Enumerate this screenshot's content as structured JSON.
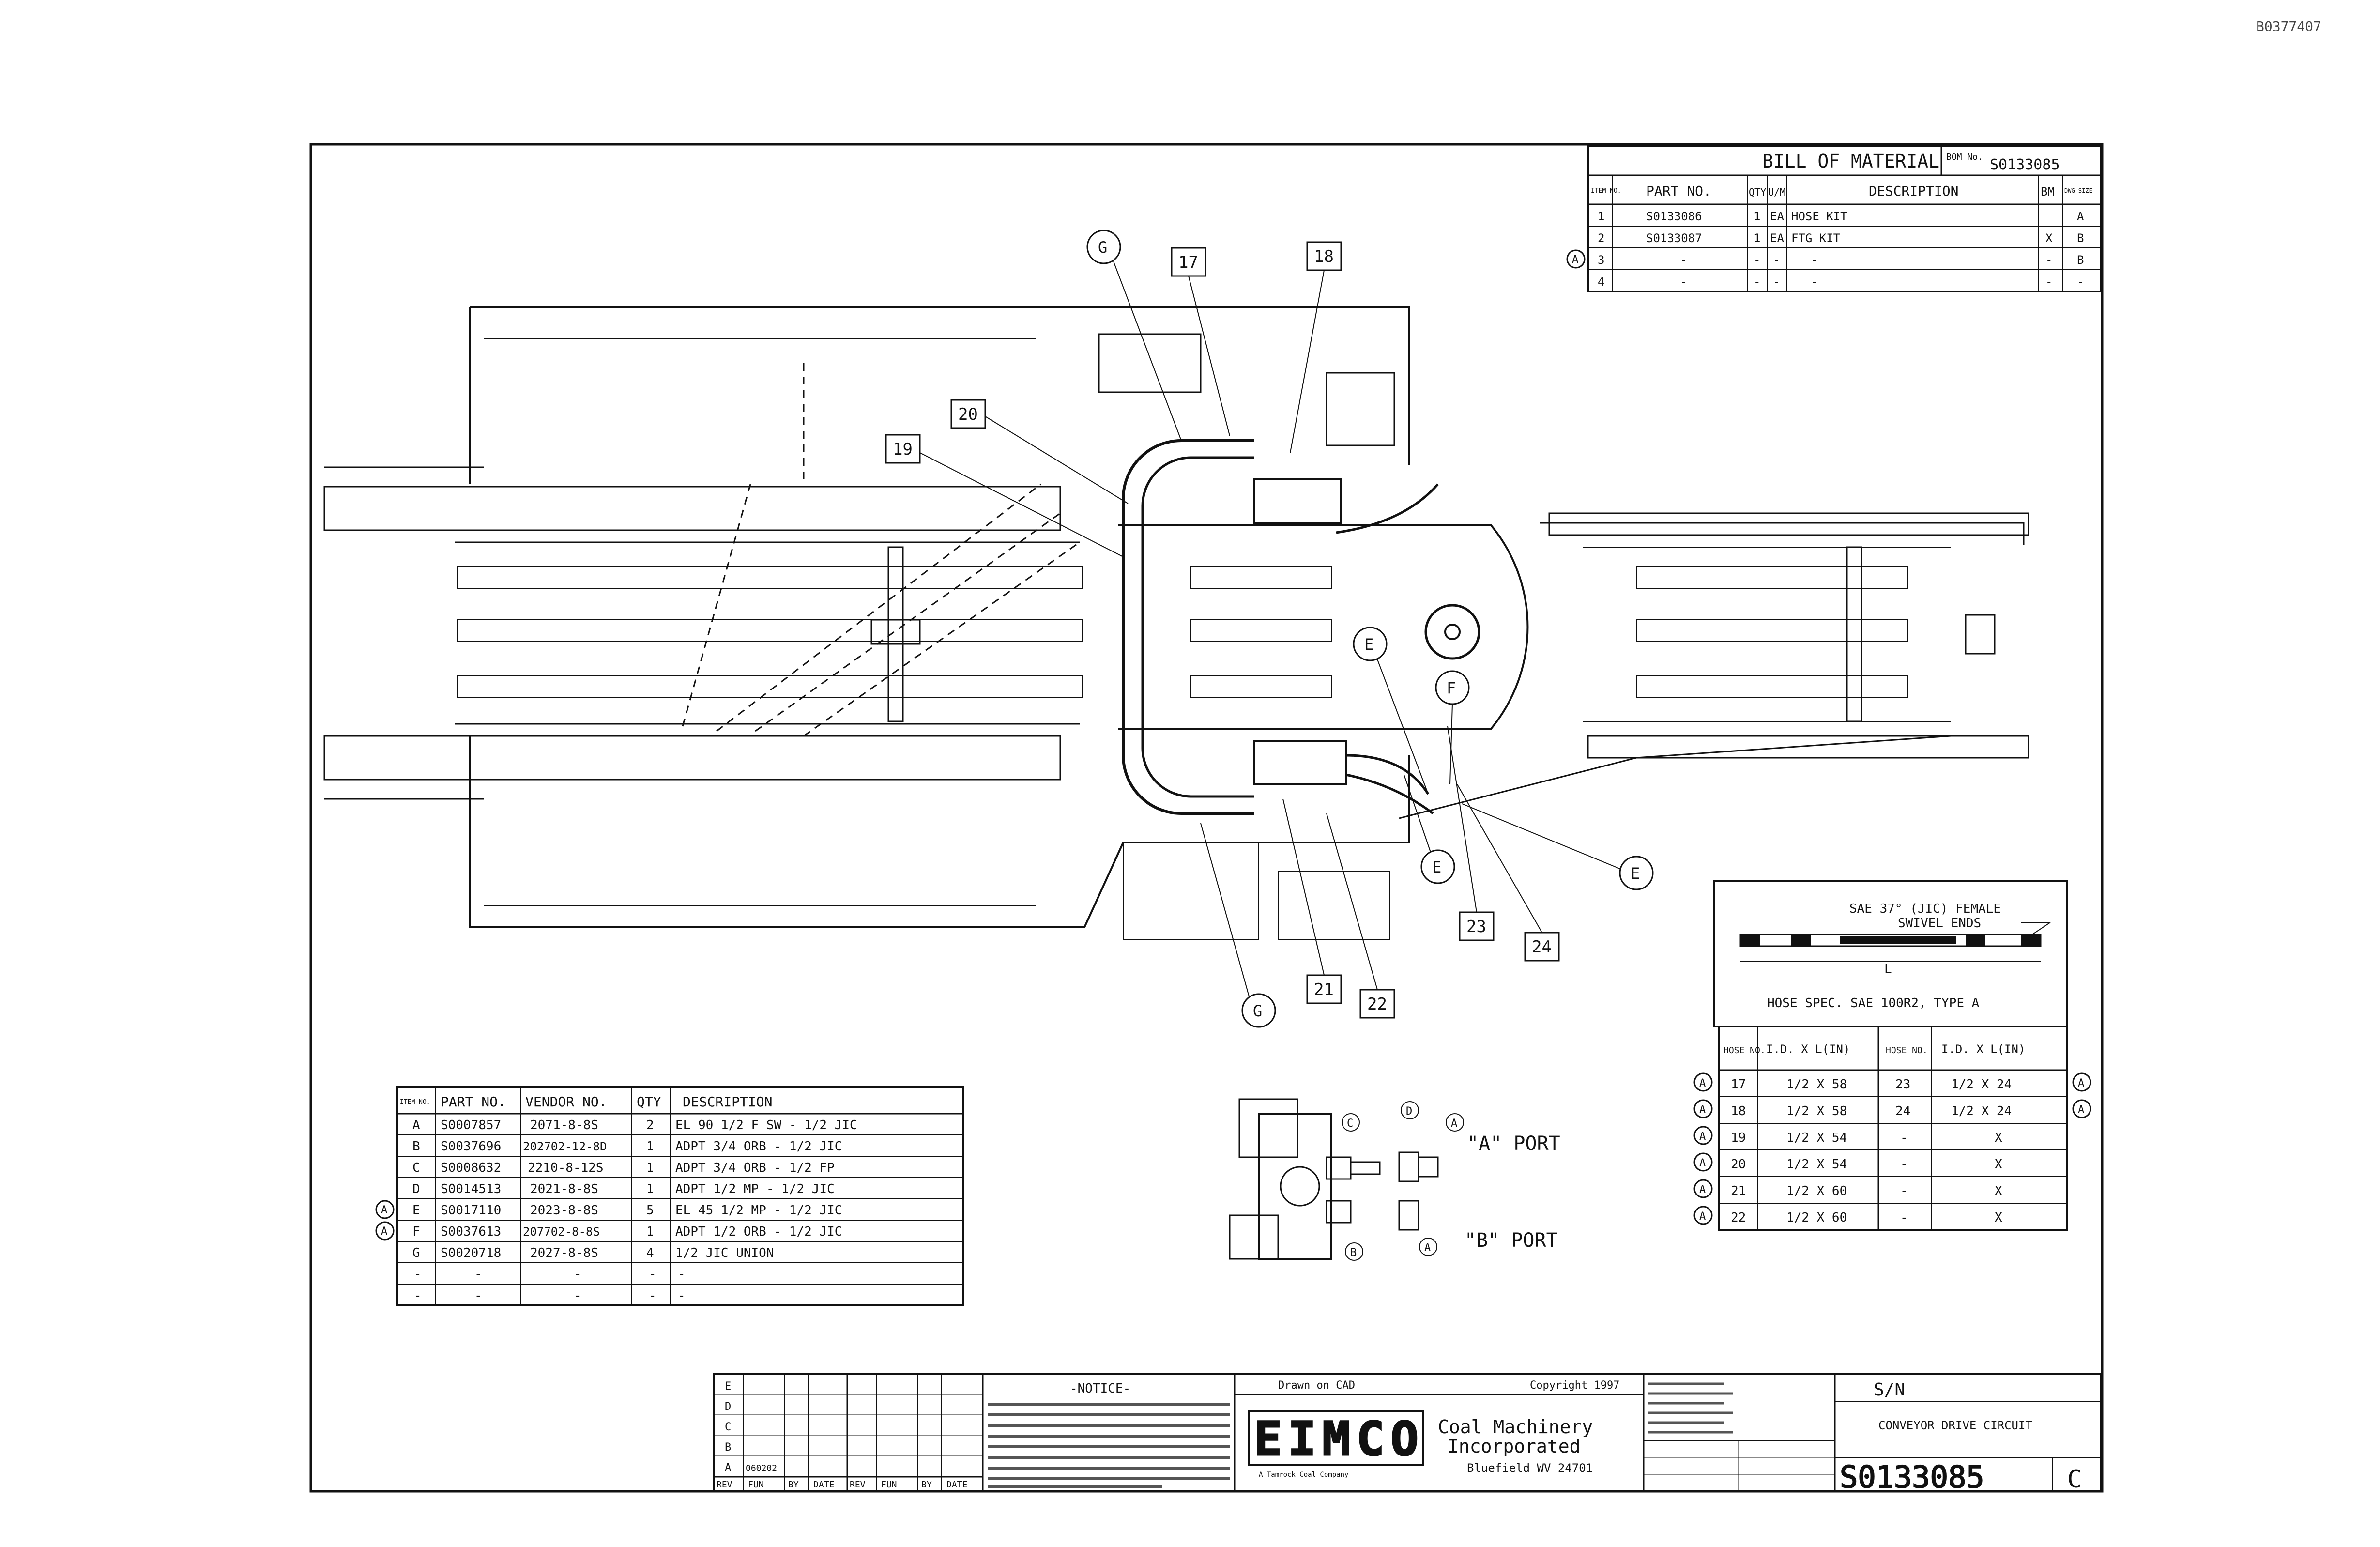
{
  "corner_code": "B0377407",
  "bom": {
    "title": "BILL OF MATERIAL",
    "bom_no_label": "BOM No.",
    "bom_no": "S0133085",
    "headers": [
      "ITEM NO.",
      "PART NO.",
      "QTY",
      "U/M",
      "DESCRIPTION",
      "BM",
      "DWG SIZE"
    ],
    "rows": [
      {
        "rev": "",
        "item": "1",
        "part": "S0133086",
        "qty": "1",
        "um": "EA",
        "desc": "HOSE KIT",
        "bm": "",
        "size": "A"
      },
      {
        "rev": "",
        "item": "2",
        "part": "S0133087",
        "qty": "1",
        "um": "EA",
        "desc": "FTG KIT",
        "bm": "X",
        "size": "B"
      },
      {
        "rev": "A",
        "item": "3",
        "part": "-",
        "qty": "-",
        "um": "-",
        "desc": "-",
        "bm": "-",
        "size": "B"
      },
      {
        "rev": "",
        "item": "4",
        "part": "-",
        "qty": "-",
        "um": "-",
        "desc": "-",
        "bm": "-",
        "size": "-"
      }
    ]
  },
  "fittings": {
    "headers": [
      "ITEM NO.",
      "PART NO.",
      "VENDOR NO.",
      "QTY",
      "DESCRIPTION"
    ],
    "rows": [
      {
        "rev": "",
        "item": "A",
        "part": "S0007857",
        "vendor": "2071-8-8S",
        "qty": "2",
        "desc": "EL 90 1/2 F SW - 1/2 JIC"
      },
      {
        "rev": "",
        "item": "B",
        "part": "S0037696",
        "vendor": "202702-12-8D",
        "qty": "1",
        "desc": "ADPT 3/4 ORB - 1/2 JIC"
      },
      {
        "rev": "",
        "item": "C",
        "part": "S0008632",
        "vendor": "2210-8-12S",
        "qty": "1",
        "desc": "ADPT 3/4 ORB - 1/2 FP"
      },
      {
        "rev": "",
        "item": "D",
        "part": "S0014513",
        "vendor": "2021-8-8S",
        "qty": "1",
        "desc": "ADPT 1/2 MP - 1/2 JIC"
      },
      {
        "rev": "A",
        "item": "E",
        "part": "S0017110",
        "vendor": "2023-8-8S",
        "qty": "5",
        "desc": "EL 45 1/2 MP - 1/2 JIC"
      },
      {
        "rev": "A",
        "item": "F",
        "part": "S0037613",
        "vendor": "207702-8-8S",
        "qty": "1",
        "desc": "ADPT 1/2 ORB - 1/2 JIC"
      },
      {
        "rev": "",
        "item": "G",
        "part": "S0020718",
        "vendor": "2027-8-8S",
        "qty": "4",
        "desc": "1/2 JIC UNION"
      },
      {
        "rev": "",
        "item": "-",
        "part": "-",
        "vendor": "-",
        "qty": "-",
        "desc": "-"
      },
      {
        "rev": "",
        "item": "-",
        "part": "-",
        "vendor": "-",
        "qty": "-",
        "desc": "-"
      }
    ]
  },
  "hose_spec": {
    "end_label_line1": "SAE 37° (JIC) FEMALE",
    "end_label_line2": "SWIVEL ENDS",
    "length_label": "L",
    "spec_label": "HOSE SPEC. SAE 100R2, TYPE A",
    "headers": [
      "HOSE NO.",
      "I.D. X L(IN)",
      "HOSE NO.",
      "I.D. X L(IN)"
    ],
    "rows": [
      {
        "rev_l": "A",
        "no1": "17",
        "size1": "1/2 X 58",
        "no2": "23",
        "size2": "1/2 X 24",
        "rev_r": "A"
      },
      {
        "rev_l": "A",
        "no1": "18",
        "size1": "1/2 X 58",
        "no2": "24",
        "size2": "1/2 X 24",
        "rev_r": "A"
      },
      {
        "rev_l": "A",
        "no1": "19",
        "size1": "1/2 X 54",
        "no2": "-",
        "size2": "X",
        "rev_r": ""
      },
      {
        "rev_l": "A",
        "no1": "20",
        "size1": "1/2 X 54",
        "no2": "-",
        "size2": "X",
        "rev_r": ""
      },
      {
        "rev_l": "A",
        "no1": "21",
        "size1": "1/2 X 60",
        "no2": "-",
        "size2": "X",
        "rev_r": ""
      },
      {
        "rev_l": "A",
        "no1": "22",
        "size1": "1/2 X 60",
        "no2": "-",
        "size2": "X",
        "rev_r": ""
      }
    ]
  },
  "callouts": {
    "c17": "17",
    "c18": "18",
    "c19": "19",
    "c20": "20",
    "c21": "21",
    "c22": "22",
    "c23": "23",
    "c24": "24",
    "g_top": "G",
    "g_bottom": "G",
    "e1": "E",
    "e2": "E",
    "e3": "E",
    "f": "F"
  },
  "port_detail": {
    "a_port": "\"A\" PORT",
    "b_port": "\"B\" PORT",
    "tag_c": "C",
    "tag_d": "D",
    "tag_a1": "A",
    "tag_b": "B",
    "tag_a2": "A"
  },
  "title_block": {
    "rev_letters": [
      "E",
      "D",
      "C",
      "B",
      "A"
    ],
    "rev_first_entry": "060202",
    "rev_headers": [
      "REV",
      "FUN",
      "BY",
      "DATE",
      "REV",
      "FUN",
      "BY",
      "DATE"
    ],
    "notice_title": "-NOTICE-",
    "drawn_on": "Drawn on CAD",
    "copyright": "Copyright 1997",
    "company_logo": "EIMCO",
    "company_name_1": "Coal Machinery",
    "company_name_2": "Incorporated",
    "company_city": "Bluefield WV 24701",
    "company_sub": "A Tamrock Coal Company",
    "model_label": "S/N",
    "title": "CONVEYOR DRIVE CIRCUIT",
    "dwg_no": "S0133085",
    "sheet_rev": "C"
  }
}
